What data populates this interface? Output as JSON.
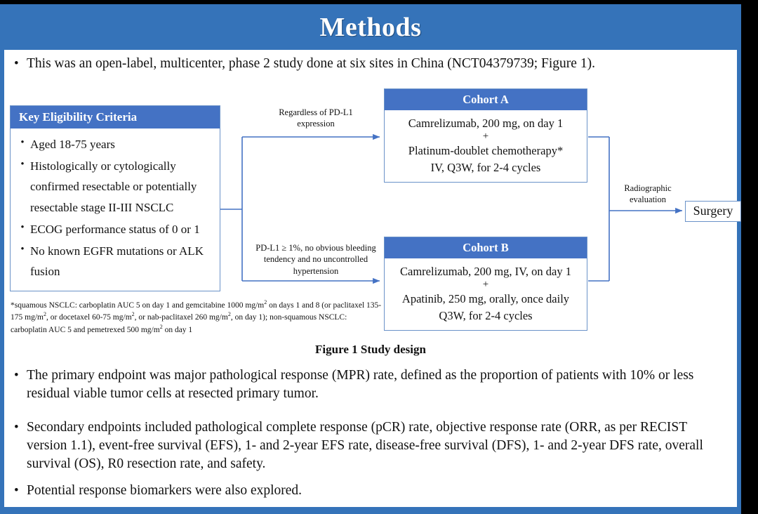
{
  "slide": {
    "title": "Methods",
    "accent_blue": "#3573B9",
    "box_blue": "#4472C4",
    "border_blue": "#6A92C8"
  },
  "intro": {
    "bullet": "•",
    "text": "This was an open-label, multicenter, phase 2 study done at six sites in China (NCT04379739; Figure 1)."
  },
  "eligibility": {
    "header": "Key  Eligibility Criteria",
    "bullet": "•",
    "items": [
      "Aged 18-75 years",
      "Histologically or cytologically confirmed resectable or potentially resectable stage II-III  NSCLC",
      "ECOG performance status of 0 or 1",
      "No known EGFR mutations or ALK fusion"
    ]
  },
  "footnote": {
    "text": "*squamous NSCLC: carboplatin AUC 5 on day 1 and gemcitabine 1000 mg/m2 on days 1 and 8 (or paclitaxel 135-175 mg/m2, or docetaxel 60-75 mg/m2, or nab-paclitaxel 260 mg/m2, on day 1); non-squamous NSCLC: carboplatin AUC 5 and pemetrexed 500 mg/m2 on day 1"
  },
  "cohort_a": {
    "header": "Cohort A",
    "line1": "Camrelizumab, 200 mg, on day 1",
    "plus": "+",
    "line2": "Platinum-doublet chemotherapy*",
    "line3": "IV, Q3W, for 2-4 cycles"
  },
  "cohort_b": {
    "header": "Cohort B",
    "line1": "Camrelizumab, 200 mg, IV, on day 1",
    "plus": "+",
    "line2": "Apatinib, 250 mg, orally, once daily",
    "line3": "Q3W, for 2-4 cycles"
  },
  "connectors": {
    "top_label": "Regardless  of PD-L1 expression",
    "bottom_label": "PD-L1 ≥ 1%, no obvious bleeding tendency and no uncontrolled  hypertension",
    "right_label": "Radiographic evaluation"
  },
  "surgery": {
    "label": "Surgery"
  },
  "figure_caption": "Figure 1 Study design",
  "endpoints": [
    {
      "bullet": "•",
      "text": "The primary endpoint was major pathological response (MPR) rate, defined as the proportion of patients with 10% or less residual viable tumor cells at resected primary tumor."
    },
    {
      "bullet": "•",
      "text": "Secondary endpoints included pathological complete response (pCR) rate, objective response rate (ORR, as per RECIST version 1.1), event-free survival (EFS), 1- and 2-year EFS rate, disease-free survival (DFS), 1- and 2-year DFS rate, overall survival (OS), R0 resection rate, and safety."
    },
    {
      "bullet": "•",
      "text": "Potential response biomarkers were also explored."
    }
  ]
}
